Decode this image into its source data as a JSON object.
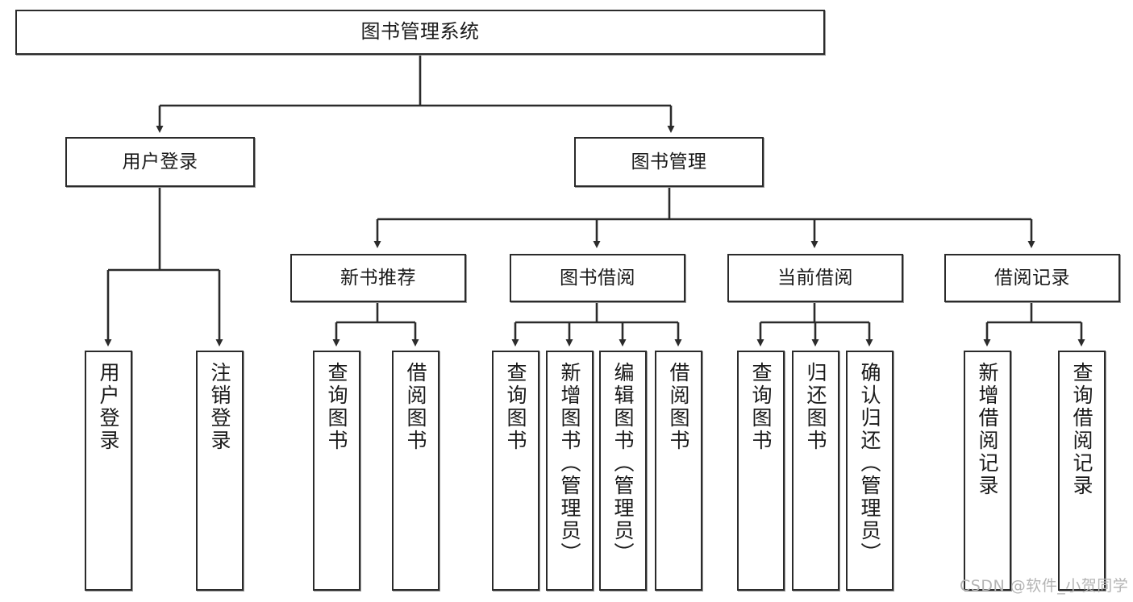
{
  "diagram": {
    "title": "图书管理系统",
    "watermark": "CSDN @软件_小贺同学",
    "stroke_color": "#2b2b2b",
    "box_fill": "#ffffff",
    "root": {
      "label": "图书管理系统"
    },
    "level2": [
      {
        "id": "user-login",
        "label": "用户登录"
      },
      {
        "id": "book-manage",
        "label": "图书管理"
      }
    ],
    "level3": [
      {
        "id": "new-book-recommend",
        "label": "新书推荐"
      },
      {
        "id": "book-borrow",
        "label": "图书借阅"
      },
      {
        "id": "current-borrow",
        "label": "当前借阅"
      },
      {
        "id": "borrow-record",
        "label": "借阅记录"
      }
    ],
    "leaves": {
      "user_login": [
        {
          "id": "leaf-user-login",
          "label": "用户登录"
        },
        {
          "id": "leaf-logout-login",
          "label": "注销登录"
        }
      ],
      "new_book_recommend": [
        {
          "id": "leaf-query-book-1",
          "label": "查询图书"
        },
        {
          "id": "leaf-borrow-book-1",
          "label": "借阅图书"
        }
      ],
      "book_borrow": [
        {
          "id": "leaf-query-book-2",
          "label": "查询图书"
        },
        {
          "id": "leaf-add-book",
          "label": "新增图书（管理员）"
        },
        {
          "id": "leaf-edit-book",
          "label": "编辑图书（管理员）"
        },
        {
          "id": "leaf-borrow-book-2",
          "label": "借阅图书"
        }
      ],
      "current_borrow": [
        {
          "id": "leaf-query-book-3",
          "label": "查询图书"
        },
        {
          "id": "leaf-return-book",
          "label": "归还图书"
        },
        {
          "id": "leaf-confirm-return",
          "label": "确认归还（管理员）"
        }
      ],
      "borrow_record": [
        {
          "id": "leaf-add-record",
          "label": "新增借阅记录"
        },
        {
          "id": "leaf-query-record",
          "label": "查询借阅记录"
        }
      ]
    }
  }
}
